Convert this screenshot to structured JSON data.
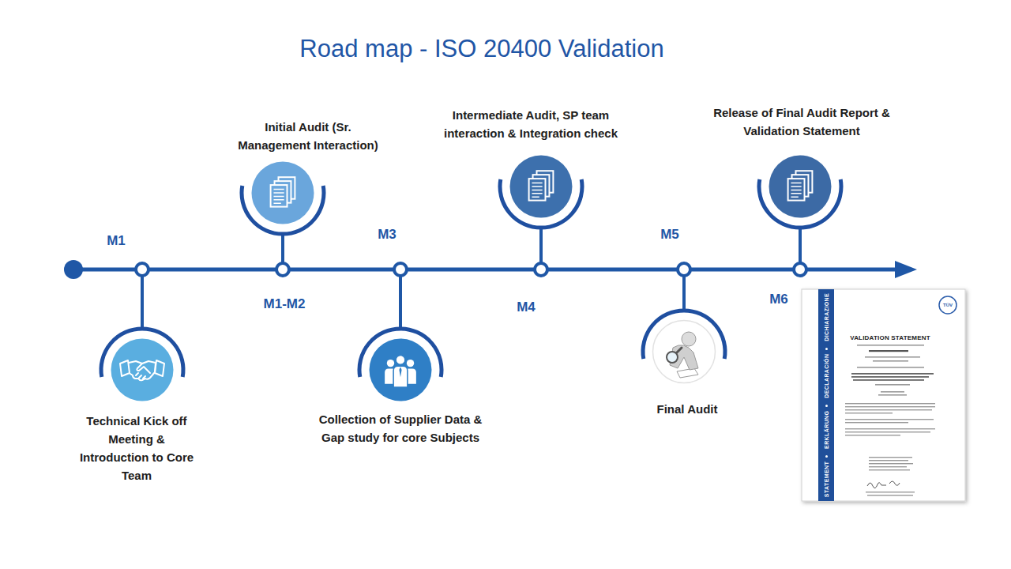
{
  "diagram": {
    "title": "Road map - ISO 20400 Validation",
    "nodes": [
      {
        "text": [
          "Technical Kick off Meeting & Introduction to Core Team"
        ]
      },
      {
        "text": [
          "Initial Audit (Sr. Management Interaction)"
        ]
      },
      {
        "text": [
          "Collection of Supplier Data & Gap study for core Subjects"
        ]
      },
      {
        "text": [
          "Intermediate Audit, SP team interaction & Integration check"
        ]
      },
      {
        "text": [
          "Final Audit"
        ]
      },
      {
        "text": [
          "Release of Final Audit Report & Validation Statement"
        ]
      }
    ],
    "labels": [
      "M1",
      "M1-M2",
      "M3",
      "M4",
      "M5",
      "M6",
      "VALIDATION STATEMENT",
      "TÜV",
      "STATEMENT",
      "ERKLÄRUNG",
      "DECLARACIÓN",
      "DICHIARAZIONE"
    ]
  }
}
